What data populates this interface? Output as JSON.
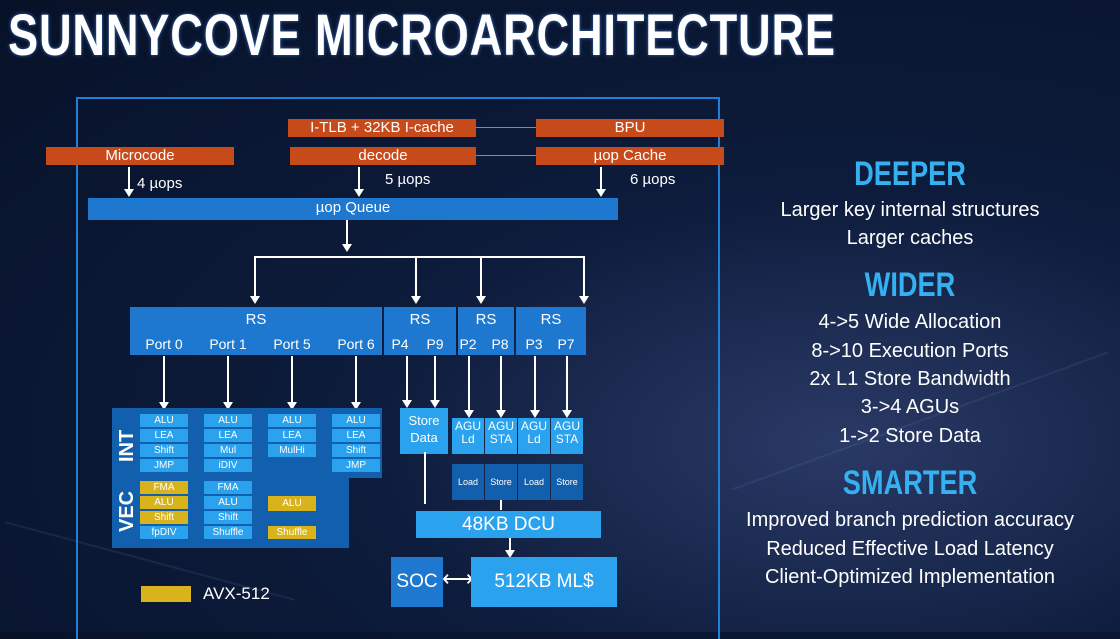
{
  "title": "SUNNYCOVE MICROARCHITECTURE",
  "front_end": {
    "itlb": "I-TLB + 32KB I-cache",
    "bpu": "BPU",
    "microcode": "Microcode",
    "decode": "decode",
    "uop_cache": "µop Cache",
    "uops_4": "4 µops",
    "uops_5": "5 µops",
    "uops_6": "6 µops",
    "uop_queue": "µop Queue"
  },
  "rs": {
    "rs_main": "RS",
    "rs_store": "RS",
    "rs_agu1": "RS",
    "rs_agu2": "RS"
  },
  "ports": [
    "Port 0",
    "Port 1",
    "Port 5",
    "Port 6",
    "P4",
    "P9",
    "P2",
    "P8",
    "P3",
    "P7"
  ],
  "exec": {
    "int_label": "INT",
    "vec_label": "VEC",
    "port0_int": [
      "ALU",
      "LEA",
      "Shift",
      "JMP"
    ],
    "port1_int": [
      "ALU",
      "LEA",
      "Mul",
      "iDIV"
    ],
    "port5_int": [
      "ALU",
      "LEA",
      "MulHi"
    ],
    "port6_int": [
      "ALU",
      "LEA",
      "Shift",
      "JMP"
    ],
    "port0_vec": [
      "FMA",
      "ALU",
      "Shift",
      "fpDIV"
    ],
    "port1_vec": [
      "FMA",
      "ALU",
      "Shift",
      "Shuffle"
    ],
    "port5_vec": [
      "ALU",
      "Shuffle"
    ],
    "store_data": "Store Data",
    "agu": [
      "AGU Ld",
      "AGU STA",
      "AGU Ld",
      "AGU STA"
    ],
    "ls": [
      "Load",
      "Store",
      "Load",
      "Store"
    ]
  },
  "memory": {
    "dcu": "48KB DCU",
    "mls": "512KB ML$",
    "soc": "SOC"
  },
  "legend": {
    "avx512": "AVX-512",
    "avx_color": "#d8b31c"
  },
  "right": {
    "deeper": "DEEPER",
    "deeper_items": [
      "Larger key internal structures",
      "Larger caches"
    ],
    "wider": "WIDER",
    "wider_items": [
      "4->5 Wide Allocation",
      "8->10 Execution Ports",
      "2x L1 Store Bandwidth",
      "3->4 AGUs",
      "1->2 Store Data"
    ],
    "smarter": "SMARTER",
    "smarter_items": [
      "Improved branch prediction accuracy",
      "Reduced Effective Load Latency",
      "Client-Optimized Implementation"
    ]
  }
}
